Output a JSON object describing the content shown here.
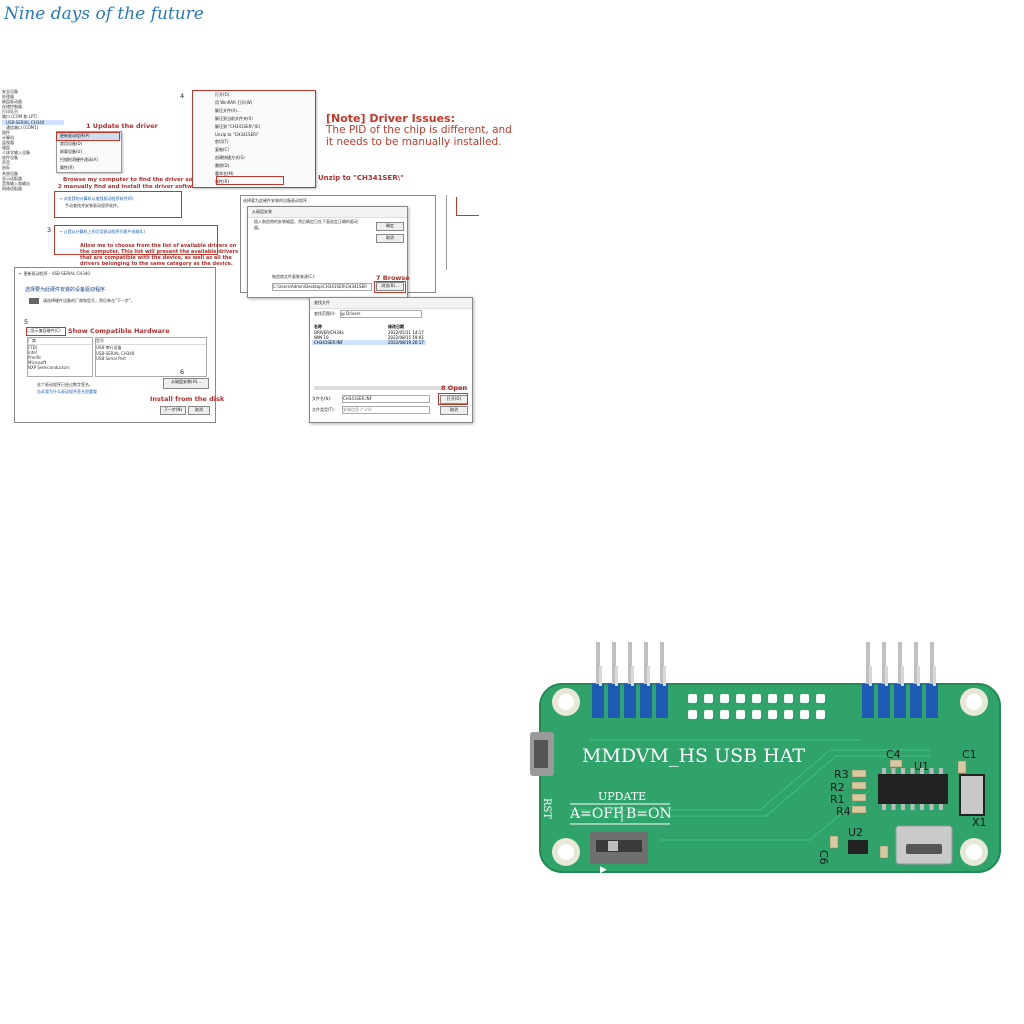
{
  "watermark": "Nine days of the future",
  "tree_items": [
    "安全设备",
    "处理器",
    "磁盘驱动器",
    "存储控制器",
    "打印队列",
    "端口 (COM 和 LPT)",
    "USB-SERIAL CH340",
    "通信端口 (COM1)",
    "固件",
    "计算机",
    "监视器",
    "键盘",
    "人体学输入设备",
    "软件设备",
    "声音",
    "鼠标",
    "系统设备",
    "显示适配器",
    "音频输入和输出",
    "网络适配器"
  ],
  "context_menu": [
    "更新驱动程序(P)",
    "禁用设备(D)",
    "卸载设备(U)",
    "扫描检测硬件改动(A)",
    "属性(R)"
  ],
  "steps": {
    "s1_num": "1",
    "s1": "Update the driver",
    "s2_line1": "Browse my computer to find the driver software,",
    "s2_num": "2",
    "s2_line2": "manually find and install the driver software",
    "s2_option": "→ 浏览我的计算机以查找驱动程序软件(R)",
    "s2_option_sub": "手动查找并安装驱动程序软件。",
    "s3_num": "3",
    "s3_option": "→ 让我从计算机上的可用驱动程序列表中选取(L)",
    "s3_line1": "Allow me to choose from the list of available drivers on",
    "s3_line2": "the computer. This list will present the available drivers",
    "s3_line3": "that are compatible with the device, as well as all the",
    "s3_line4": "drivers belonging to the same category as the device.",
    "s4_num": "4",
    "s4_label": "Unzip to \"CH341SER\\\"",
    "s5_num": "5",
    "s5": "Show Compatible Hardware",
    "s6_num": "6",
    "s6": "Install from the disk",
    "s7_num": "7",
    "s7": "Browse",
    "s8_num": "8",
    "s8": "Open"
  },
  "zip_menu": [
    "打开(O)",
    "用 WinRAR 打开(W)",
    "解压文件(A)...",
    "解压到当前文件夹(X)",
    "解压到 \"CH341SER\\\"(E)",
    "Unzip to \"CH341SER\\\"",
    "剪切(T)",
    "复制(C)",
    "创建快捷方式(S)",
    "删除(D)",
    "重命名(M)",
    "属性(R)"
  ],
  "note": {
    "title": "[Note] Driver Issues:",
    "body": "The PID of the chip is different, and it needs to be manually installed."
  },
  "update_dialog": {
    "title": "更新驱动程序 - USB-SERIAL CH340",
    "heading": "选择要为此硬件安装的设备驱动程序",
    "desc": "请选择硬件设备的厂商和型号，然后单击\"下一步\"。",
    "checkbox": "显示兼容硬件(C)",
    "left_header": "厂商",
    "left_items": [
      "FTDI",
      "Intel",
      "Prolific",
      "Microsoft",
      "NXP Semiconductors"
    ],
    "right_header": "型号",
    "right_items": [
      "USB 串行设备",
      "USB-SERIAL CH340",
      "USB Serial Port"
    ],
    "signed": "这个驱动程序已经过数字签名。",
    "link": "告诉我为什么驱动程序签名很重要",
    "disk_btn": "从磁盘安装(H)...",
    "next_btn": "下一步(N)",
    "cancel_btn": "取消"
  },
  "disk_dialog": {
    "title": "从磁盘安装",
    "text": "插入制造商的安装磁盘，然后确定已在下面选定正确的驱动器。",
    "ok": "确定",
    "cancel": "取消",
    "copy_label": "制造商文件复制来源(C):",
    "path": "C:\\Users\\Admin\\Desktop\\CH341SER\\CH341SER",
    "browse": "浏览(B)..."
  },
  "file_dialog": {
    "title": "查找文件",
    "look_in_label": "查找范围(I):",
    "look_in": "Drivers",
    "col_name": "名称",
    "col_date": "修改日期",
    "files": [
      {
        "name": "DRIVER/CH34x",
        "date": "2022/05/11 14:17"
      },
      {
        "name": "WIN 10",
        "date": "2022/08/15 19:01"
      },
      {
        "name": "CH341SER.INF",
        "date": "2022/08/19 20:17"
      }
    ],
    "filename_label": "文件名(N):",
    "filename": "CH341SER.INF",
    "filetype_label": "文件类型(T):",
    "filetype": "安装信息 (*.inf)",
    "open_btn": "打开(O)",
    "cancel_btn": "取消"
  },
  "pcb": {
    "title": "MMDVM_HS USB HAT",
    "rst": "RST",
    "update": "UPDATE",
    "mode_a": "A=OFF",
    "mode_b": "B=ON",
    "labels": {
      "c4": "C4",
      "c1": "C1",
      "u1": "U1",
      "r3": "R3",
      "r2": "R2",
      "r1": "R1",
      "r4": "R4",
      "u2": "U2",
      "c6": "C6",
      "x1": "X1"
    },
    "board_color": "#2fa36a",
    "pin_color": "#1f5bb5"
  }
}
